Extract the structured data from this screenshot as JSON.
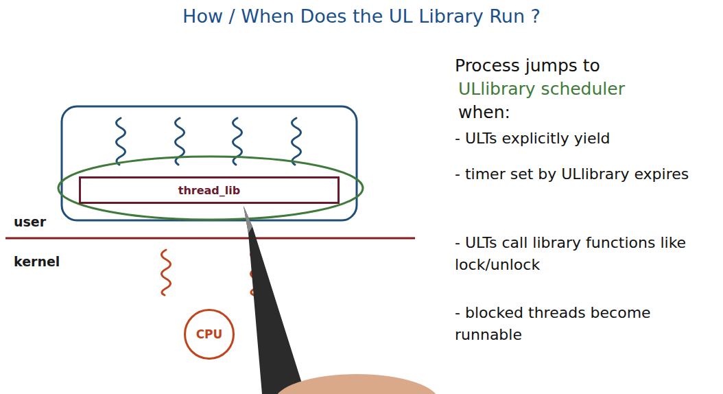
{
  "diagram": {
    "title": "How / When Does the UL Library Run ?",
    "nodes": [
      {
        "text": [
          "thread_lib"
        ]
      },
      {
        "text": [
          "CPU"
        ]
      }
    ],
    "labels": [
      "user",
      "kernel",
      "Process jumps to",
      "ULlibrary scheduler",
      "when:",
      "- ULTs explicitly yield",
      "- timer set by ULlibrary expires",
      "- ULTs call library functions like lock/unlock",
      "- blocked threads become runnable"
    ]
  }
}
